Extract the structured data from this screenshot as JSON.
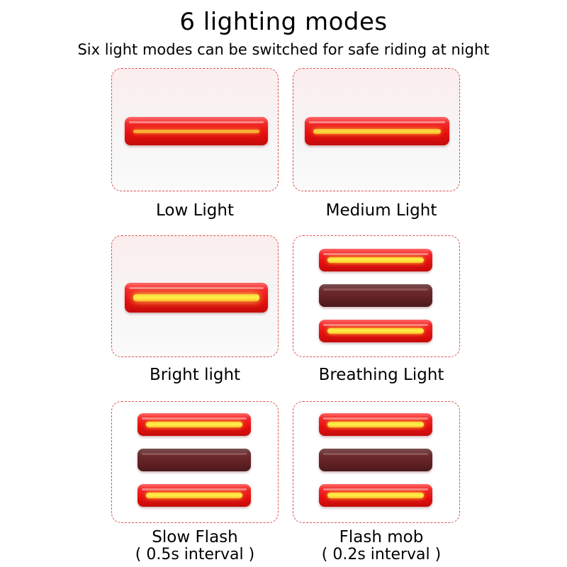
{
  "header": {
    "title": "6 lighting modes",
    "subtitle": "Six light modes can be switched for safe riding at night"
  },
  "modes": [
    {
      "label": "Low Light",
      "sublabel": ""
    },
    {
      "label": "Medium Light",
      "sublabel": ""
    },
    {
      "label": "Bright light",
      "sublabel": ""
    },
    {
      "label": "Breathing Light",
      "sublabel": ""
    },
    {
      "label": "Slow Flash",
      "sublabel": "( 0.5s interval )"
    },
    {
      "label": "Flash mob",
      "sublabel": "( 0.2s interval )"
    }
  ],
  "colors": {
    "panel_border": "#d9534f",
    "light_red": "#e50f0f",
    "light_core": "#fff24a",
    "light_off": "#5e1f23"
  }
}
